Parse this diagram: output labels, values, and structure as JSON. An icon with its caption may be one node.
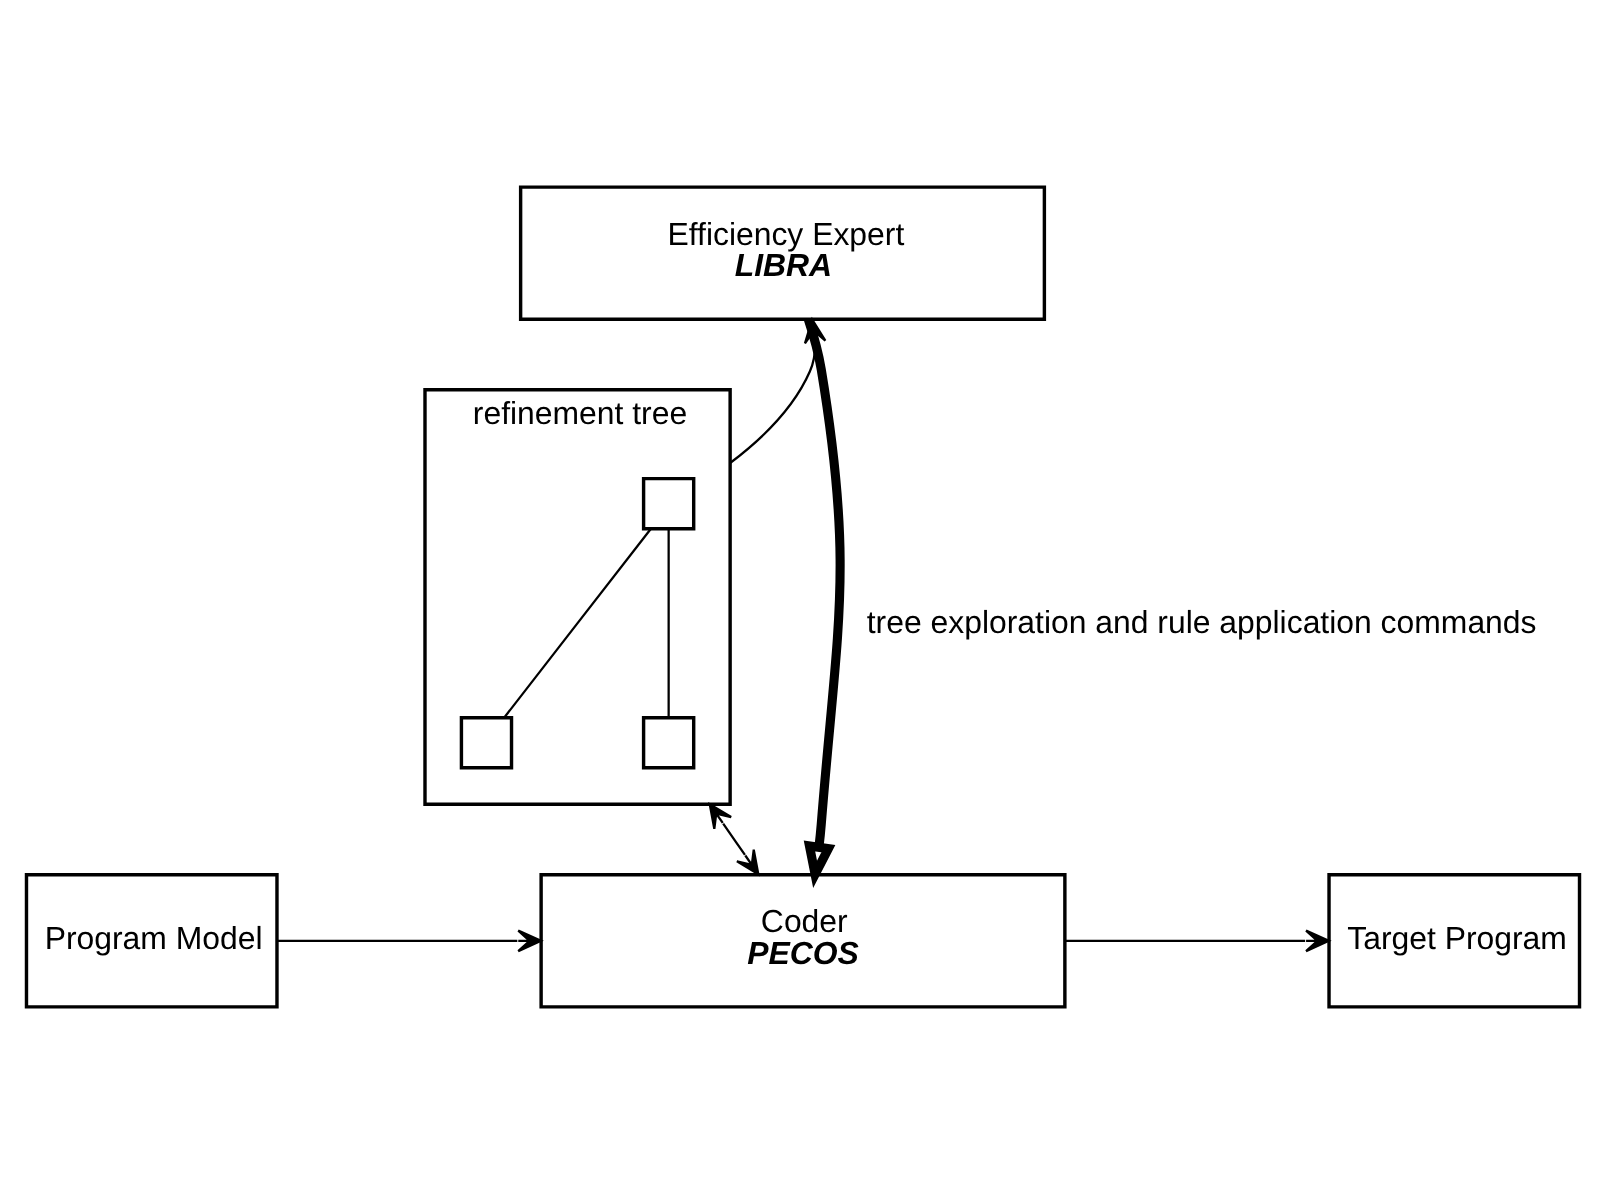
{
  "diagram": {
    "nodes": [
      {
        "text": [
          "Efficiency Expert",
          "LIBRA"
        ]
      },
      {
        "text": [
          "refinement tree"
        ]
      },
      {
        "text": [],
        "shape": "box",
        "in": 1
      },
      {
        "text": [],
        "shape": "box",
        "in": 1
      },
      {
        "text": [],
        "shape": "box",
        "in": 1
      },
      {
        "text": [
          "Program Model"
        ]
      },
      {
        "text": [
          "Coder",
          "PECOS"
        ]
      },
      {
        "text": [
          "Target Program"
        ]
      }
    ],
    "edges": [
      {
        "from": 0,
        "to": 6,
        "arrow": "to",
        "label": "tree exploration and rule application commands",
        "style": "thick"
      },
      {
        "from": 1,
        "to": 0,
        "arrow": "to"
      },
      {
        "from": 2,
        "to": 3,
        "arrow": "none"
      },
      {
        "from": 2,
        "to": 4,
        "arrow": "none"
      },
      {
        "from": 1,
        "to": 6,
        "arrow": "both"
      },
      {
        "from": 5,
        "to": 6,
        "arrow": "to"
      },
      {
        "from": 6,
        "to": 7,
        "arrow": "to"
      }
    ]
  }
}
